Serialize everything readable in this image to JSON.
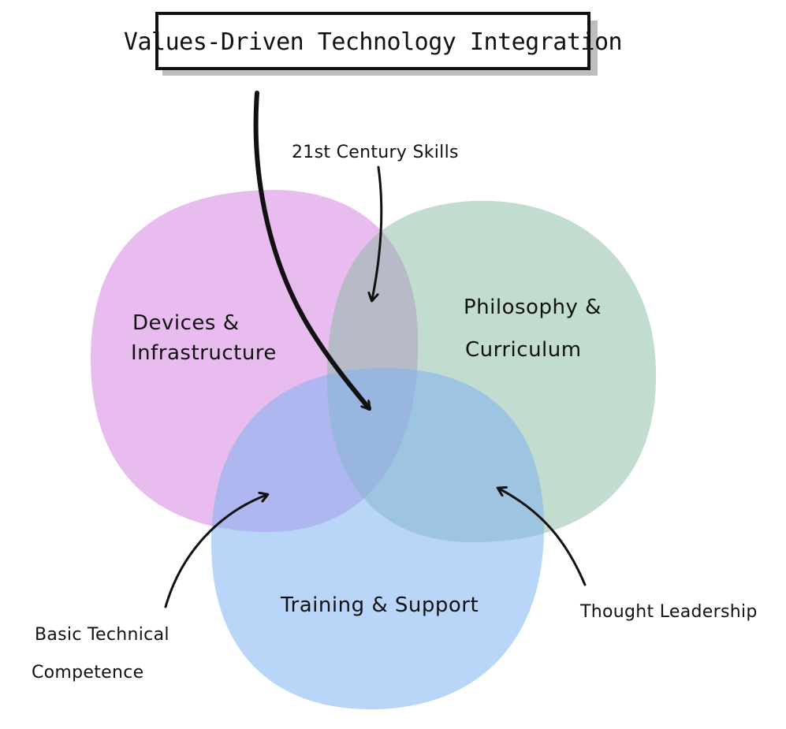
{
  "title": "Values-Driven Technology Integration",
  "circles": [
    {
      "id": "devices",
      "label_lines": [
        "Devices &",
        "Infrastructure"
      ],
      "color": "#d88fe3"
    },
    {
      "id": "philosophy",
      "label_lines": [
        "Philosophy &",
        "Curriculum"
      ],
      "color": "#a9cfbd"
    },
    {
      "id": "training",
      "label_lines": [
        "Training & Support"
      ],
      "color": "#9bc5f4"
    }
  ],
  "annotations": {
    "skills21": "21st Century Skills",
    "basic": [
      "Basic Technical",
      "Competence"
    ],
    "thought": "Thought Leadership"
  },
  "colors": {
    "ink": "#111111",
    "devices": "#d88fe3",
    "philosophy": "#a9cfbd",
    "training": "#9bc5f4",
    "shadow": "#bdbdbd"
  }
}
